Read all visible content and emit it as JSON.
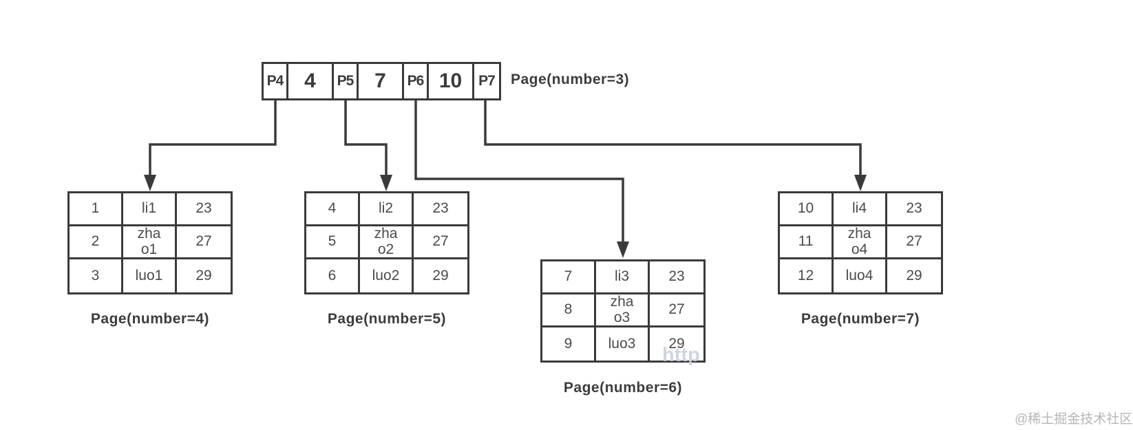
{
  "node": {
    "label": "Page(number=3)",
    "cells": [
      {
        "kind": "pointer",
        "text": "P4"
      },
      {
        "kind": "key",
        "text": "4"
      },
      {
        "kind": "pointer",
        "text": "P5"
      },
      {
        "kind": "key",
        "text": "7"
      },
      {
        "kind": "pointer",
        "text": "P6"
      },
      {
        "kind": "key",
        "text": "10"
      },
      {
        "kind": "pointer",
        "text": "P7"
      }
    ]
  },
  "pages": [
    {
      "label": "Page(number=4)",
      "rows": [
        [
          "1",
          "li1",
          "23"
        ],
        [
          "2",
          "zha\no1",
          "27"
        ],
        [
          "3",
          "luo1",
          "29"
        ]
      ]
    },
    {
      "label": "Page(number=5)",
      "rows": [
        [
          "4",
          "li2",
          "23"
        ],
        [
          "5",
          "zha\no2",
          "27"
        ],
        [
          "6",
          "luo2",
          "29"
        ]
      ]
    },
    {
      "label": "Page(number=6)",
      "rows": [
        [
          "7",
          "li3",
          "23"
        ],
        [
          "8",
          "zha\no3",
          "27"
        ],
        [
          "9",
          "luo3",
          "29"
        ]
      ]
    },
    {
      "label": "Page(number=7)",
      "rows": [
        [
          "10",
          "li4",
          "23"
        ],
        [
          "11",
          "zha\no4",
          "27"
        ],
        [
          "12",
          "luo4",
          "29"
        ]
      ]
    }
  ],
  "watermarks": {
    "partial_url": "http",
    "community": "@稀土掘金技术社区"
  },
  "colors": {
    "line": "#3a3a3a",
    "text": "#424242",
    "watermark_light": "#c9cedb",
    "watermark_gray": "#b5b5b5",
    "background": "#ffffff"
  }
}
